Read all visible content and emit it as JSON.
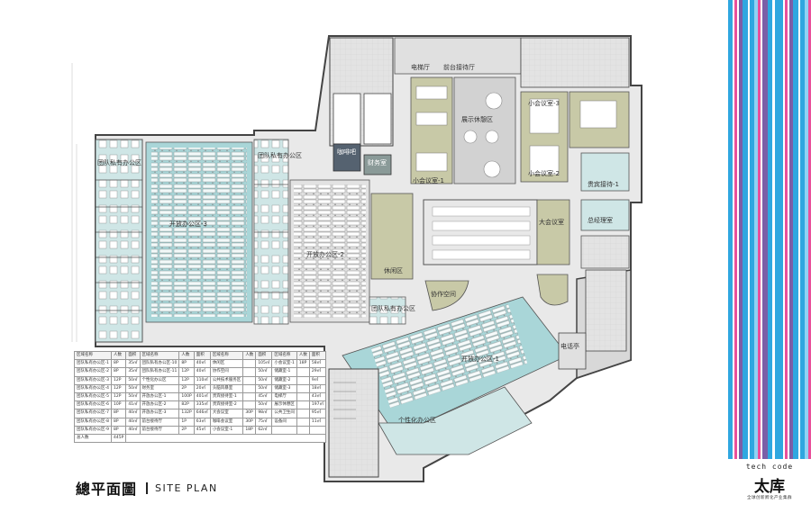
{
  "title": {
    "cn": "總平面圖",
    "en": "SITE PLAN"
  },
  "brand": {
    "en": "tech code",
    "cn": "太库",
    "sub": "全球创新孵化产业集群"
  },
  "zones": [
    {
      "id": "elevator-hall",
      "label": "电梯厅"
    },
    {
      "id": "reception",
      "label": "前台接待厅"
    },
    {
      "id": "showroom",
      "label": "展示休憩区"
    },
    {
      "id": "meeting-1",
      "label": "小会议室-1"
    },
    {
      "id": "meeting-2",
      "label": "小会议室-2"
    },
    {
      "id": "meeting-3",
      "label": "小会议室-3"
    },
    {
      "id": "large-meeting",
      "label": "大会议室"
    },
    {
      "id": "open-office-3",
      "label": "开放办公区-3"
    },
    {
      "id": "open-office-2",
      "label": "开放办公区-2"
    },
    {
      "id": "open-office-1",
      "label": "开放办公区-1"
    },
    {
      "id": "private-office-zone",
      "label": "个性化办公区"
    },
    {
      "id": "lounge",
      "label": "休闲区"
    },
    {
      "id": "coop-space",
      "label": "协作空间"
    },
    {
      "id": "vip-reception",
      "label": "贵宾接待-1"
    },
    {
      "id": "gm-office",
      "label": "总经理室"
    },
    {
      "id": "team-office-1",
      "label": "团队私有办公区"
    },
    {
      "id": "team-office-2",
      "label": "团队私有办公区"
    },
    {
      "id": "team-office-3",
      "label": "团队私有办公区"
    },
    {
      "id": "cafe",
      "label": "咖啡吧"
    },
    {
      "id": "finance",
      "label": "财务室"
    },
    {
      "id": "phone-booth",
      "label": "电话亭"
    }
  ],
  "legend": {
    "headers": [
      "区域名称",
      "人数",
      "面积",
      "区域名称",
      "人数",
      "面积",
      "区域名称",
      "人数",
      "面积",
      "区域名称",
      "人数",
      "面积"
    ],
    "rows": [
      [
        "团队私有办公区-1",
        "8P",
        "35㎡",
        "团队私有办公区-10",
        "8P",
        "40㎡",
        "休闲区",
        "",
        "105㎡",
        "小会议室-1",
        "18P",
        "58㎡"
      ],
      [
        "团队私有办公区-2",
        "8P",
        "35㎡",
        "团队私有办公区-11",
        "12P",
        "40㎡",
        "协作空间",
        "",
        "50㎡",
        "储藏室-1",
        "",
        "29㎡"
      ],
      [
        "团队私有办公区-3",
        "12P",
        "50㎡",
        "个性化办公区",
        "12P",
        "110㎡",
        "公共技术服务区",
        "",
        "50㎡",
        "储藏室-2",
        "",
        "9㎡"
      ],
      [
        "团队私有办公区-4",
        "12P",
        "50㎡",
        "财务室",
        "2P",
        "20㎡",
        "头脑风暴室",
        "",
        "50㎡",
        "储藏室-3",
        "",
        "18㎡"
      ],
      [
        "团队私有办公区-5",
        "12P",
        "50㎡",
        "开放办公区-1",
        "100P",
        "401㎡",
        "贵宾接待室-1",
        "",
        "45㎡",
        "电梯厅",
        "",
        "43㎡"
      ],
      [
        "团队私有办公区-6",
        "10P",
        "41㎡",
        "开放办公区-2",
        "82P",
        "335㎡",
        "贵宾接待室-2",
        "",
        "50㎡",
        "展示休憩区",
        "",
        "197㎡"
      ],
      [
        "团队私有办公区-7",
        "8P",
        "40㎡",
        "开放办公区-3",
        "132P",
        "646㎡",
        "大会议室",
        "30P",
        "98㎡",
        "公共卫生间",
        "",
        "95㎡"
      ],
      [
        "团队私有办公区-8",
        "8P",
        "40㎡",
        "前台接待厅",
        "1P",
        "63㎡",
        "咖啡会议室",
        "30P",
        "75㎡",
        "设备间",
        "",
        "11㎡"
      ],
      [
        "团队私有办公区-9",
        "8P",
        "40㎡",
        "前台接待厅",
        "2P",
        "45㎡",
        "小会议室-1",
        "18P",
        "62㎡",
        "",
        "",
        ""
      ]
    ],
    "total_label": "总人数",
    "total_value": "445P"
  },
  "colors": {
    "teal": "#a9d6d8",
    "olive": "#c8c9a7",
    "gray_floor": "#d3d3d3",
    "wall": "#444444",
    "stripe_blue": "#2fa7e0",
    "stripe_pink": "#e9509b",
    "stripe_purple": "#7b5ea7"
  }
}
